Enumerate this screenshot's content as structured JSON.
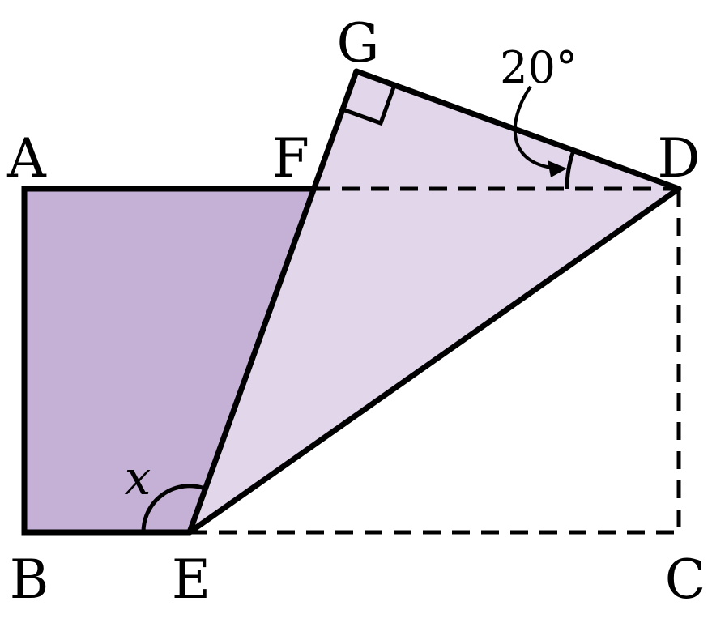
{
  "diagram": {
    "points": {
      "A": "A",
      "B": "B",
      "C": "C",
      "D": "D",
      "E": "E",
      "F": "F",
      "G": "G"
    },
    "angle_given": "20°",
    "angle_unknown": "x",
    "colors": {
      "shaded_dark": "#c6b1d6",
      "shaded_light": "#e1d6ea",
      "stroke": "#000000"
    }
  }
}
